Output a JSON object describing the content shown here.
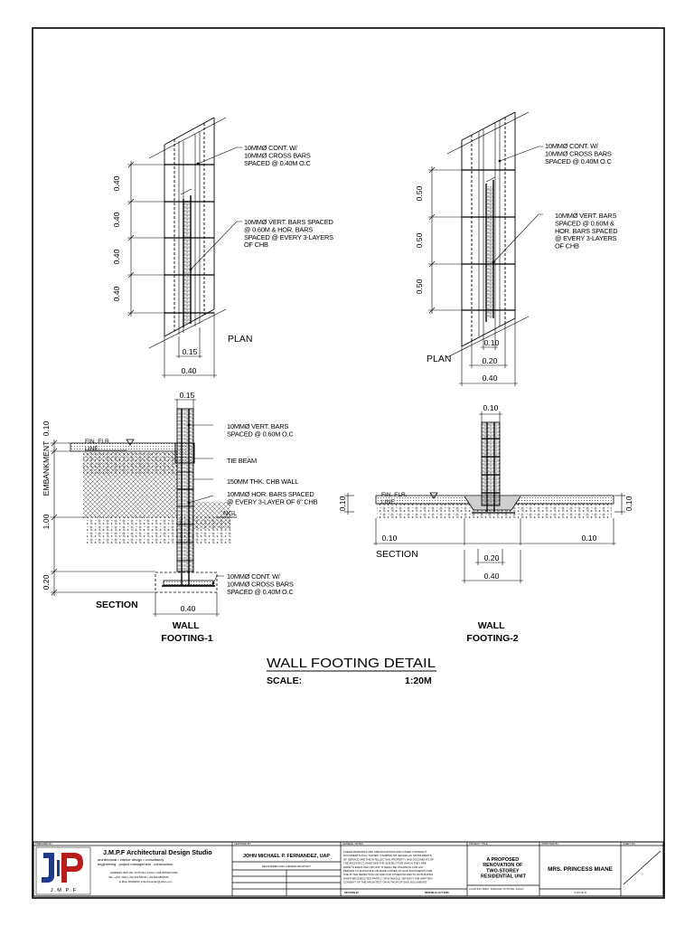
{
  "sheet": {
    "title": "WALL FOOTING DETAIL",
    "scale_label": "SCALE:",
    "scale_value": "1:20M"
  },
  "footing1": {
    "plan": {
      "heading": "PLAN",
      "spacings": [
        "0.40",
        "0.40",
        "0.40",
        "0.40"
      ],
      "dim_inner": "0.15",
      "dim_outer": "0.40",
      "note_cont": [
        "10MMØ CONT. W/",
        "10MMØ CROSS BARS",
        "SPACED @ 0.40M O.C"
      ],
      "note_vert": [
        "10MMØ VERT. BARS SPACED",
        "@ 0.60M & HOR. BARS",
        "SPACED @ EVERY 3-LAYERS",
        "OF CHB"
      ]
    },
    "section": {
      "heading": "SECTION",
      "dim_top": "0.15",
      "dim_embankment": "0.10",
      "embankment_label": "EMBANKMENT",
      "dim_depth": "1.00",
      "dim_footing": "0.20",
      "dim_width": "0.40",
      "fin_flr": [
        "FIN. FLR.",
        "LINE"
      ],
      "ngl": "NGL",
      "note_vert": [
        "10MMØ VERT. BARS",
        "SPACED @ 0.60M O.C"
      ],
      "note_tie": [
        "TIE BEAM"
      ],
      "note_chb": [
        "150MM THK. CHB WALL"
      ],
      "note_hor": [
        "10MMØ HOR. BARS SPACED",
        "@ EVERY 3-LAYER OF 6\" CHB"
      ],
      "note_cont": [
        "10MMØ CONT. W/",
        "10MMØ CROSS BARS",
        "SPACED @ 0.40M O.C"
      ]
    },
    "caption": [
      "WALL",
      "FOOTING-1"
    ]
  },
  "footing2": {
    "plan": {
      "heading": "PLAN",
      "spacings": [
        "0.50",
        "0.50",
        "0.50"
      ],
      "dim_inner": "0.10",
      "dim_mid": "0.20",
      "dim_outer": "0.40",
      "note_cont": [
        "10MMØ CONT. W/",
        "10MMØ CROSS BARS",
        "SPACED @ 0.40M O.C"
      ],
      "note_vert": [
        "10MMØ VERT. BARS",
        "SPACED @ 0.60M &",
        "HOR. BARS SPACED",
        "@ EVERY 3-LAYERS",
        "OF CHB"
      ]
    },
    "section": {
      "heading": "SECTION",
      "dim_top": "0.10",
      "fin_flr": [
        "FIN. FLR.",
        "LINE"
      ],
      "dim_left": "0.10",
      "dim_right": "0.10",
      "dim_mid": "0.20",
      "dim_outer": "0.40",
      "dim_side_a": "0.10",
      "dim_side_b": "0.10"
    },
    "caption": [
      "WALL",
      "FOOTING-2"
    ]
  },
  "titleblock": {
    "prepared_by": "PREPARED BY:",
    "firm_name": "J.M.P.F Architectural Design Studio",
    "firm_tagline1": "architectural • interior design • consultancy",
    "firm_tagline2": "engineering . project management . construction",
    "firm_address": "ADDRESS: BATUAN, POTOTAN, ILOILO, PHILIPPINES 5008",
    "firm_tel": "TEL: +(33)- 3000 | +63) 910 820 00 | +63-909-088-0029",
    "firm_email": "E-MAIL ADDRESS: jmfar.fernandez@yahoo.com",
    "logo_letters": "J . M . P . F",
    "certified_by": "CERTIFIED BY:",
    "architect": "JOHN MICHAEL P. FERNANDEZ, UAP",
    "architect_sub": "REGISTERED AND LICENSED ARCHITECT",
    "general_notes": "GENERAL NOTES:",
    "notes_text": [
      "THESE DRAWINGS AND SPECIFICATIONS AND OTHER CONTRACT",
      "DOCUMENTS DULY SIGNED, STAMPED OR SEALED AS INSTRUMENTS",
      "OF SERVICE ARE THE INTELLECTUAL PROPERTY AND DOCUMENTS OF",
      "THE ARCHITECT, WHETHER THE SUBJECT FOR WHICH THEY ARE",
      "MADE IS EXECUTED OR NOT. IT SHALL BE UNLAWFUL FOR ANY",
      "PERSON TO DUPLICATE OR MAKE COPIES OF SAID DOCUMENTS FOR",
      "USE IN THE REPETITION OF AND FOR OTHER PROJECTS OF BUILDING",
      "WHETHER EXECUTED PARTLY OR IN WHOLE, WITHOUT THE WRITTEN",
      "CONSENT OF THE ARCHITECT OR AUTHOR OF SAID DOCUMENTS"
    ],
    "section_ref": "SECTION 33",
    "republic_act": "REPUBLIC ACT 9266",
    "project_title_label": "PROJECT TITLE:",
    "project_title": [
      "A PROPOSED",
      "RENOVATION OF",
      "TWO-STOREY",
      "RESIDENTIAL UNIT"
    ],
    "location": "LOCATION: BRGY. IGMAYAW, POTOTAN, ILOILO",
    "approved_by": "APPROVED BY:",
    "owner_name": "MRS. PRINCESS MIANE",
    "owner_label": "O W N E R",
    "sheet_no": "SHEET NO.:"
  }
}
